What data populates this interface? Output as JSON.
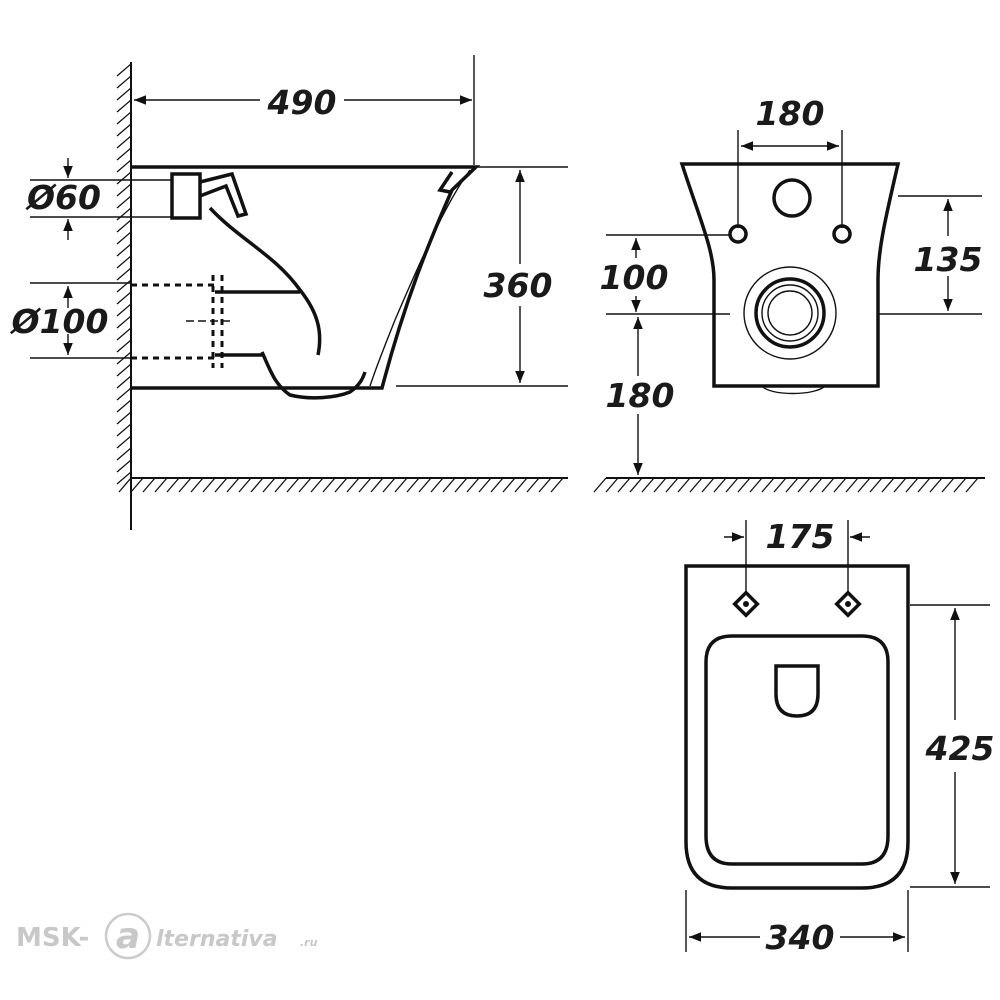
{
  "side_view": {
    "width_label": "490",
    "height_label": "360",
    "inlet_label": "Ø60",
    "outlet_label": "Ø100"
  },
  "front_view": {
    "bolt_spacing_label": "180",
    "mount_height_label": "135",
    "outlet_offset_label": "100",
    "floor_height_label": "180"
  },
  "top_view": {
    "bolt_spacing_label": "175",
    "depth_label": "425",
    "width_label": "340"
  },
  "watermark": {
    "text_left": "MSK-",
    "text_a": "a",
    "text_right": "lternativa",
    "suffix": ".ru"
  }
}
